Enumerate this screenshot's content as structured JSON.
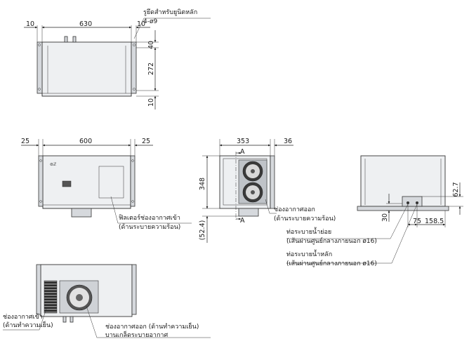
{
  "top_view": {
    "dims": [
      "10",
      "630",
      "10",
      "40",
      "272",
      "10"
    ],
    "mount_label": "รูยึดสำหรับยูนิตหลัก",
    "mount_sub": "4-ø9"
  },
  "front_view": {
    "dims": [
      "25",
      "600",
      "25"
    ],
    "brand": "⊜ℤ",
    "filter_label": "ฟิลเตอร์ช่องอากาศเข้า",
    "filter_sub": "(ด้านระบายความร้อน)"
  },
  "side_view": {
    "dims": [
      "353",
      "36",
      "348",
      "(52.4)"
    ],
    "section_a": "A",
    "outlet_label": "ช่องอากาศออก",
    "outlet_sub": "(ด้านระบายความร้อน)"
  },
  "drain_view": {
    "dims": [
      "62.7",
      "30",
      "75",
      "158.5"
    ],
    "drain_label": "ท่อระบายน้ำย่อย",
    "drain_sub": "(เส้นผ่านศูนย์กลางภายนอก ø16)",
    "main_label": "ท่อระบายน้ำหลัก",
    "main_sub": "(เส้นผ่านศูนย์กลางภายนอก ø16)"
  },
  "bottom_view": {
    "inlet_label": "ช่องอากาศเข้า",
    "inlet_sub": "(ด้านทำความเย็น)",
    "outlet_label": "ช่องอากาศออก (ด้านทำความเย็น)",
    "outlet_sub": "บานเกล็ดระบายอากาศ"
  }
}
